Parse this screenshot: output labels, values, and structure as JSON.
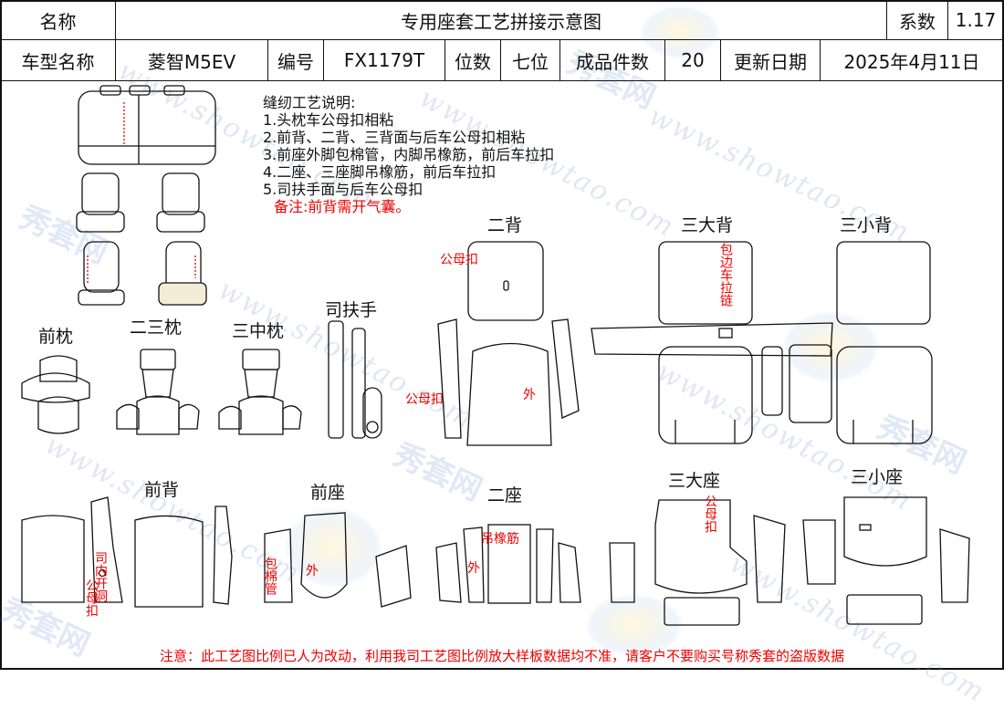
{
  "header": {
    "name_label": "名称",
    "title": "专用座套工艺拼接示意图",
    "coef_label": "系数",
    "coef_value": "1.17",
    "model_label": "车型名称",
    "model_value": "菱智M5EV",
    "code_label": "编号",
    "code_value": "FX1179T",
    "seats_label": "位数",
    "seats_value": "七位",
    "pieces_label": "成品件数",
    "pieces_value": "20",
    "date_label": "更新日期",
    "date_value": "2025年4月11日"
  },
  "notes": {
    "title": "缝纫工艺说明:",
    "items": [
      "1.头枕车公母扣相粘",
      "2.前背、二背、三背面与后车公母扣相粘",
      "3.前座外脚包棉管，内脚吊橡筋，前后车拉扣",
      "4.二座、三座脚吊橡筋，前后车拉扣",
      "5.司扶手面与后车公母扣"
    ],
    "remark": "备注:前背需开气囊。"
  },
  "parts": {
    "front_headrest": "前枕",
    "second_third_headrest": "二三枕",
    "third_middle_headrest": "三中枕",
    "driver_armrest": "司扶手",
    "second_back": "二背",
    "third_big_back": "三大背",
    "third_small_back": "三小背",
    "front_back": "前背",
    "front_seat": "前座",
    "second_seat": "二座",
    "third_big_seat": "三大座",
    "third_small_seat": "三小座"
  },
  "annotations": {
    "snap_button": "公母扣",
    "outer": "外",
    "hem_zip": "包边车拉链",
    "elastic": "吊橡筋",
    "inner_hole": "司内开洞",
    "foam_tube": "包棉管"
  },
  "watermark": {
    "url": "www.showtao.com",
    "brand": "秀套网"
  },
  "footer": "注意：此工艺图比例已人为改动，利用我司工艺图比例放大样板数据均不准，请客户不要购买号称秀套的盗版数据",
  "colors": {
    "line": "#111111",
    "annotation": "#e00000",
    "watermark": "#8ca0d0"
  }
}
